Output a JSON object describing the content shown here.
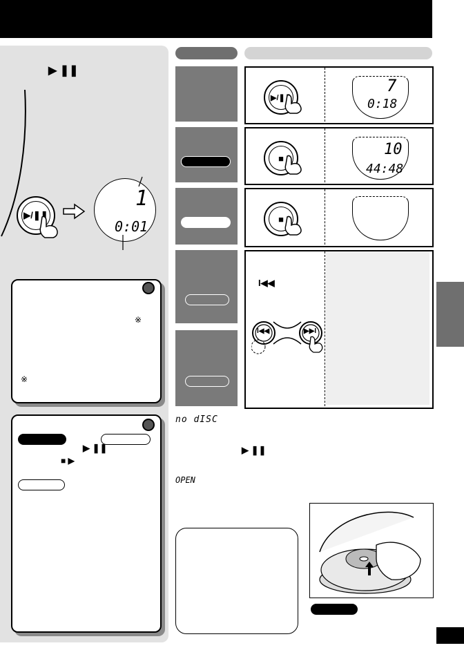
{
  "header": {
    "title": ""
  },
  "left_column": {
    "play_pause_symbol": "▶ ❚❚",
    "display_example": {
      "track": "1",
      "time": "0:01"
    },
    "note_box": {
      "asterisk_1": "※",
      "asterisk_2": "※"
    },
    "tip_box": {
      "play_pause_symbol": "▶ ❚❚",
      "stop_play_symbol": "■ ▶"
    }
  },
  "right_column": {
    "steps": [
      {
        "display_track": "7",
        "display_time": "0:18"
      },
      {
        "display_track": "10",
        "display_time": "44:48"
      }
    ],
    "skip_back_symbol": "I◀◀",
    "skip_buttons": {
      "back": "I◀◀",
      "forward": "▶▶I"
    }
  },
  "messages": {
    "no_disc": "no dISC",
    "play_pause_symbol": "▶ ❚❚",
    "open": "OPEN"
  },
  "colors": {
    "header": "#000000",
    "panel": "#e2e2e2",
    "gray_block": "#7a7a7a",
    "tab": "#6f6f6f"
  },
  "icons": [
    "play-pause-button-icon",
    "stop-button-icon",
    "skip-back-button-icon",
    "skip-forward-button-icon",
    "hand-pointer-icon",
    "arrow-right-icon",
    "disc-player-illustration"
  ]
}
